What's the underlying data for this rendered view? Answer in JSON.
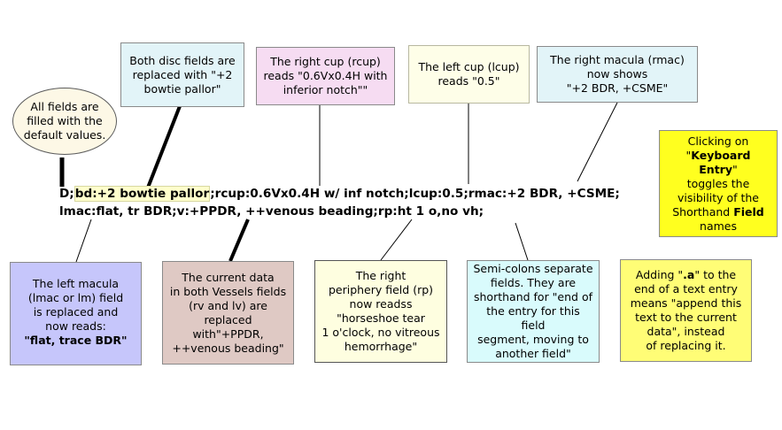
{
  "callouts": {
    "defaults": {
      "l1": "All fields are",
      "l2": "filled with the",
      "l3": "default values."
    },
    "disc": {
      "l1": "Both disc fields are",
      "l2": "replaced with \"+2",
      "l3": "bowtie pallor\""
    },
    "rcup": {
      "l1": "The right cup (rcup)",
      "l2": "reads \"0.6Vx0.4H with",
      "l3": "inferior notch\"\""
    },
    "lcup": {
      "l1": "The left cup (lcup)",
      "l2": "reads \"0.5\""
    },
    "rmac": {
      "l1": "The right macula (rmac)",
      "l2": "now shows",
      "l3": "\"+2 BDR, +CSME\""
    },
    "keyboard": {
      "l1": "Clicking on",
      "pre": "\"",
      "bold1": "Keyboard Entry",
      "post": "\"",
      "l3": "toggles the",
      "l4": "visibility of the",
      "l5a": "Shorthand ",
      "l5b": "Field",
      "l6": "names"
    },
    "lmac": {
      "l1": "The left macula",
      "l2": "(lmac or lm) field",
      "l3": "is replaced and",
      "l4": "now reads:",
      "l5": "\"flat, trace BDR\""
    },
    "vessels": {
      "l1": "The current data",
      "l2": "in both Vessels fields",
      "l3": "(rv and lv) are",
      "l4": "replaced with\"+PPDR,",
      "l5": "++venous beading\""
    },
    "rp": {
      "l1": "The right",
      "l2": "periphery field (rp)",
      "l3": "now readss",
      "l4": "\"horseshoe tear",
      "l5": "1 o'clock, no vitreous",
      "l6": "hemorrhage\""
    },
    "semicolons": {
      "l1": "Semi-colons separate",
      "l2": "fields.  They are",
      "l3": "shorthand for \"end of",
      "l4": "the entry for this field",
      "l5": "segment, moving to",
      "l6": "another field\""
    },
    "append": {
      "l1a": "Adding \"",
      "l1b": ".a",
      "l1c": "\" to the",
      "l2": "end of a text entry",
      "l3": "means \"append this",
      "l4": "text to the current",
      "l5": "data\", instead",
      "l6": "of replacing it."
    }
  },
  "shorthand": {
    "line1_pre": "D;",
    "line1_hl": "bd:+2 bowtie pallor",
    "line1_post": ";rcup:0.6Vx0.4H w/ inf notch;lcup:0.5;rmac:+2 BDR, +CSME;",
    "line2": "lmac:flat, tr BDR;v:+PPDR, ++venous beading;rp:ht 1 o,no vh;"
  },
  "colors": {
    "disc": "#e2f4f8",
    "rcup": "#f6dcf2",
    "lcup": "#fefee8",
    "rmac": "#e2f4f8",
    "keyboard": "#ffff1f",
    "lmac": "#c6c6fb",
    "vessels": "#dfc9c4",
    "rp": "#fefee0",
    "semicolons": "#d9fbfc",
    "append": "#fffd76",
    "ellipse": "#fdf8e6"
  }
}
